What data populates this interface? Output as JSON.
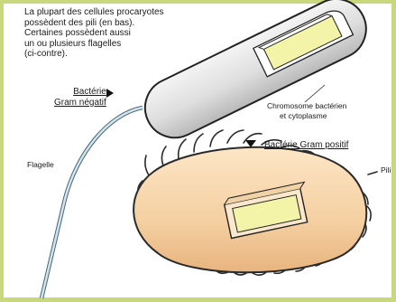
{
  "intro_text": [
    "La plupart des cellules procaryotes",
    "possèdent des pili (en bas).",
    "Certaines possèdent aussi",
    "un ou plusieurs flagelles",
    "(ci-contre)."
  ],
  "labels": {
    "gram_negative_line1": "Bactérie",
    "gram_negative_line2": "Gram négatif",
    "chromosome_line1": "Chromosome bactérien",
    "chromosome_line2": "et cytoplasme",
    "gram_positive": "Bactérie Gram positif",
    "flagelle": "Flagelle",
    "pili": "Pili"
  },
  "colors": {
    "gram_negative_body": "#e2e2e2",
    "gram_positive_body": "#f6d2a6",
    "cytoplasm": "#f4f4a8",
    "frame": "#c9d87a",
    "flagellum": "#b9d6e8"
  }
}
